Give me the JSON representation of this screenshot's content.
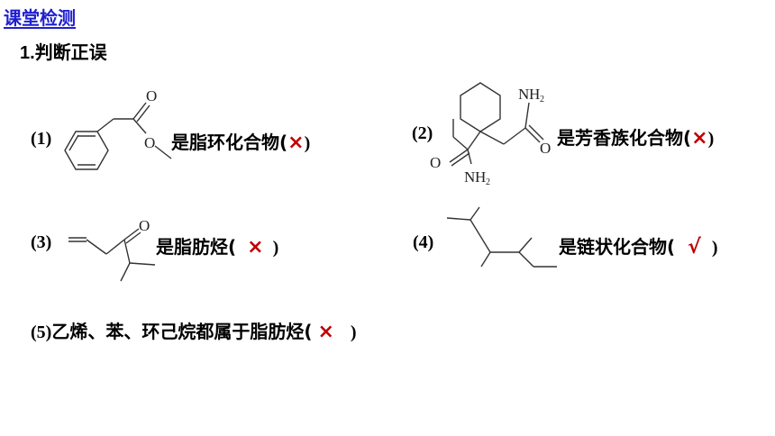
{
  "header": {
    "title": "课堂检测"
  },
  "section": {
    "heading_num": "1.",
    "heading_text": "判断正误"
  },
  "items": [
    {
      "label": "(1)",
      "text": "是脂环化合物(",
      "mark": "×",
      "close": ")"
    },
    {
      "label": "(2)",
      "text": "是芳香族化合物(",
      "mark": "×",
      "close": ")"
    },
    {
      "label": "(3)",
      "text": "是脂肪烃(",
      "mark": "×",
      "close": ")"
    },
    {
      "label": "(4)",
      "text": "是链状化合物(",
      "mark": "√",
      "close": ")"
    },
    {
      "label": "(5)",
      "text": "乙烯、苯、环己烷都属于脂肪烃(",
      "mark": "×",
      "close": ")"
    }
  ],
  "atoms": {
    "o": "O",
    "n": "N",
    "h": "H",
    "sub2": "2"
  },
  "colors": {
    "title": "#1f1fd0",
    "mark": "#c00000"
  }
}
